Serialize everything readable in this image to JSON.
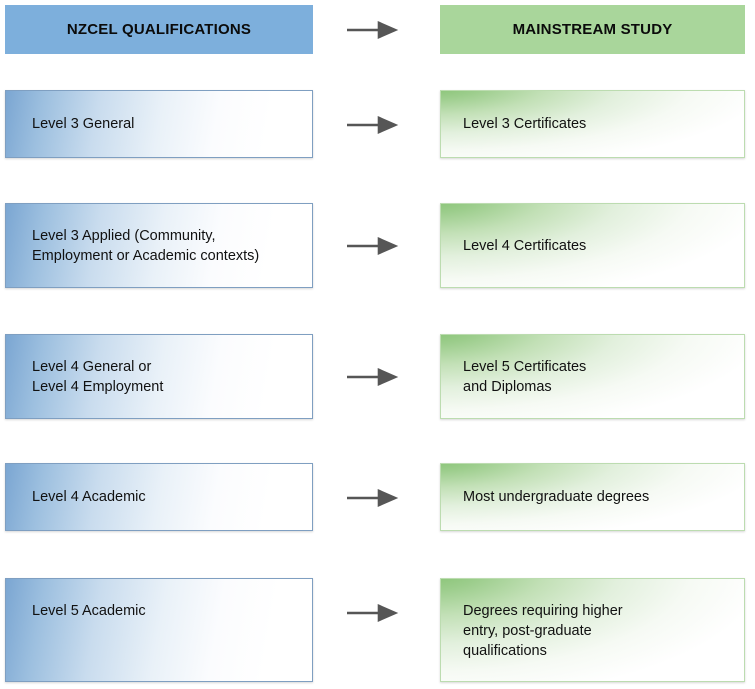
{
  "diagram": {
    "title_hidden": "",
    "columns": {
      "left": {
        "header": "NZCEL QUALIFICATIONS",
        "header_color": "#7dafdc",
        "box_gradient_start": "#7ba6d2",
        "box_border": "#7f9fc1"
      },
      "right": {
        "header": "MAINSTREAM STUDY",
        "header_color": "#a9d69b",
        "box_gradient_start": "#81c06d",
        "box_border": "#bcdcb0"
      }
    },
    "arrow": {
      "icon": "right-arrow-icon",
      "color": "#565656",
      "count": 6
    },
    "rows": [
      {
        "left": "Level 3 General",
        "right": "Level 3 Certificates"
      },
      {
        "left": "Level 3 Applied (Community,\nEmployment or Academic contexts)",
        "right": "Level 4 Certificates"
      },
      {
        "left": "Level 4 General or\nLevel 4 Employment",
        "right": "Level 5 Certificates\nand Diplomas"
      },
      {
        "left": "Level 4 Academic",
        "right": "Most undergraduate degrees"
      },
      {
        "left": "Level 5 Academic",
        "right": "Degrees requiring higher\nentry, post-graduate\nqualifications"
      }
    ]
  }
}
